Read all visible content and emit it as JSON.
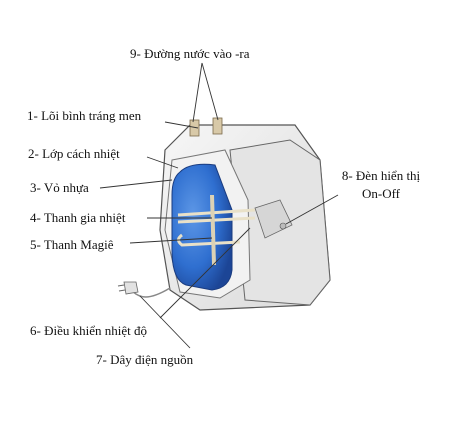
{
  "labels": {
    "l1": "1- Lõi bình tráng men",
    "l2": "2- Lớp cách nhiệt",
    "l3": "3- Vỏ nhựa",
    "l4": "4- Thanh gia nhiệt",
    "l5": "5- Thanh Magiê",
    "l6": "6- Điều khiển nhiệt độ",
    "l7": "7- Dây điện nguồn",
    "l8a": "8- Đèn hiển thị",
    "l8b": "On-Off",
    "l9": "9- Đường nước vào -ra"
  },
  "colors": {
    "tank": "#2f6fd0",
    "tank_dark": "#1f4fa6",
    "shell": "#eeeeee",
    "outline": "#555555",
    "leader": "#333333"
  }
}
